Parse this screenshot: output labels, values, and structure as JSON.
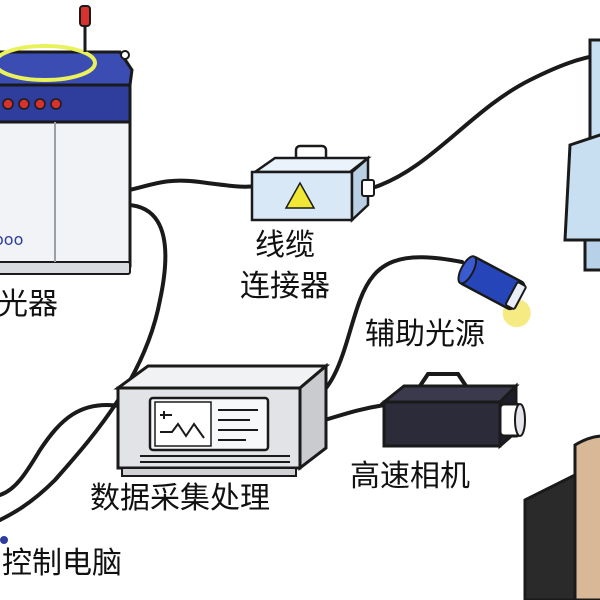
{
  "labels": {
    "laser": "光器",
    "connector_line1": "线缆",
    "connector_line2": "连接器",
    "aux_light": "辅助光源",
    "high_speed_camera": "高速相机",
    "data_acquisition": "数据采集处理",
    "control_pc": "控制电脑"
  },
  "laser_panel_text": "ooo",
  "colors": {
    "outline": "#1a1a1a",
    "laser_top": "#2f3d9c",
    "laser_body": "#f1f3f6",
    "ring": "#e9f25a",
    "connector_body": "#d9e8f6",
    "warning_triangle": "#f0e635",
    "aux_light_body": "#2545b8",
    "aux_glow": "#f3e45a",
    "camera_body": "#2b2b3a",
    "lens_body": "#c8dff2",
    "daq_body": "#e2e3e6",
    "stage_dark": "#2a2a2a",
    "stage_wood": "#d9b898"
  }
}
